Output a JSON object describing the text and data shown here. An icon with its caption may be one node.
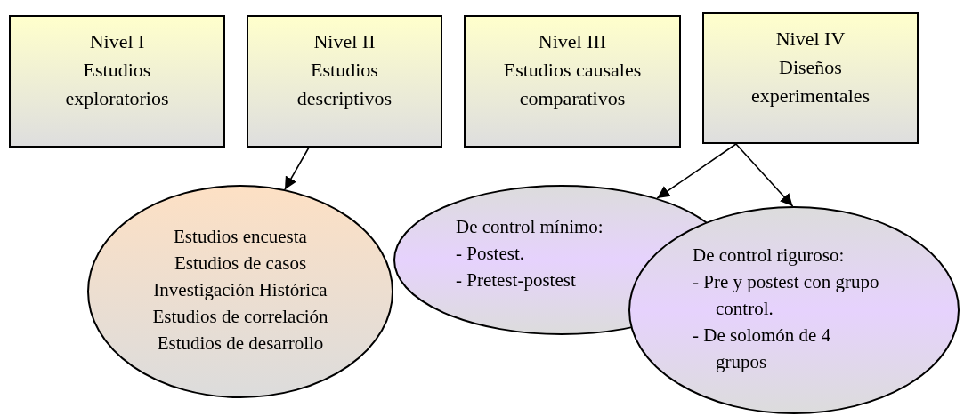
{
  "diagram": {
    "nodes": [
      {
        "text": [
          "Nivel I",
          "Estudios exploratorios"
        ]
      },
      {
        "text": [
          "Nivel II",
          "Estudios descriptivos"
        ]
      },
      {
        "text": [
          "Nivel III",
          "Estudios causales comparativos"
        ]
      },
      {
        "text": [
          "Nivel IV",
          "Diseños experimentales"
        ]
      },
      {
        "text": [
          "Estudios encuesta",
          "Estudios de casos",
          "Investigación Histórica",
          "Estudios de correlación",
          "Estudios de desarrollo"
        ]
      },
      {
        "text": [
          "De control mínimo:",
          "- Postest.",
          "- Pretest-postest"
        ]
      },
      {
        "text": [
          "De control riguroso:",
          "- Pre y postest con grupo control.",
          "- De solomón de 4 grupos"
        ]
      }
    ],
    "edges": [
      {
        "from": 1,
        "to": 4,
        "arrow": "to"
      },
      {
        "from": 3,
        "to": 5,
        "arrow": "to"
      },
      {
        "from": 3,
        "to": 6,
        "arrow": "to"
      }
    ]
  }
}
